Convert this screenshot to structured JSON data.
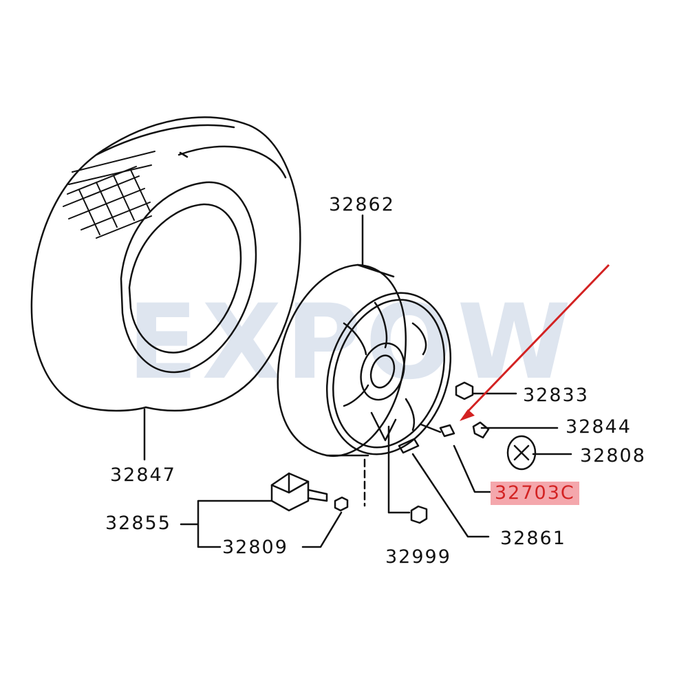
{
  "watermark": "EXPOW",
  "colors": {
    "line": "#111111",
    "watermark": "#c9d4e6",
    "arrow": "#d32222",
    "highlight_bg": "#f4a7ac"
  },
  "callouts": [
    {
      "id": "32862",
      "text": "32862"
    },
    {
      "id": "32833",
      "text": "32833"
    },
    {
      "id": "32844",
      "text": "32844"
    },
    {
      "id": "32808",
      "text": "32808"
    },
    {
      "id": "32703C",
      "text": "32703C",
      "highlighted": true
    },
    {
      "id": "32861",
      "text": "32861"
    },
    {
      "id": "32847",
      "text": "32847"
    },
    {
      "id": "32855",
      "text": "32855"
    },
    {
      "id": "32809",
      "text": "32809"
    },
    {
      "id": "32999",
      "text": "32999"
    }
  ]
}
